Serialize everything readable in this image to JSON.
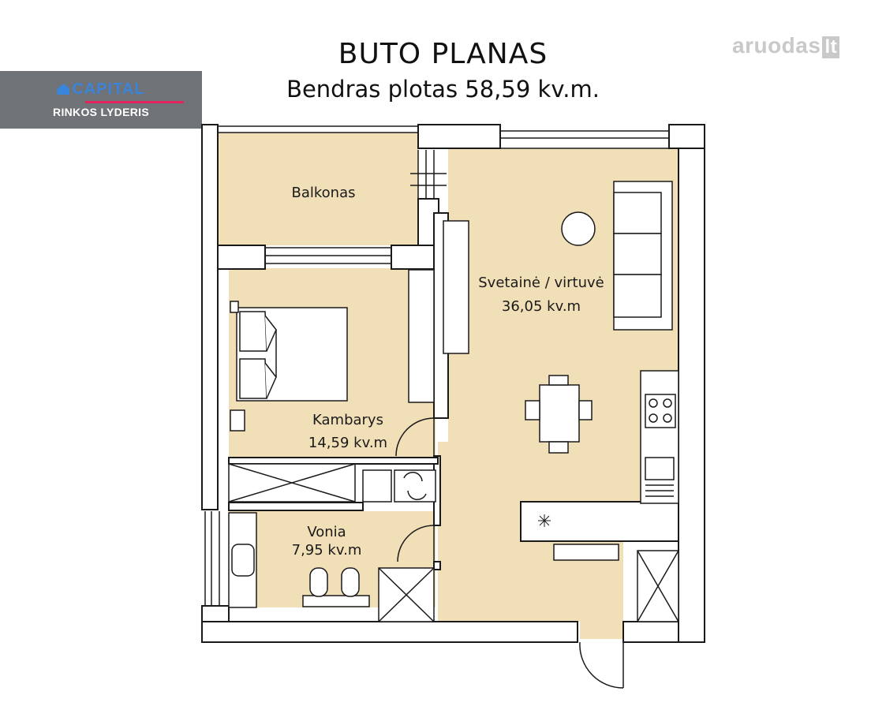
{
  "header": {
    "title": "BUTO PLANAS",
    "subtitle": "Bendras plotas 58,59 kv.m."
  },
  "agency": {
    "brand": "CAPITAL",
    "tagline": "RINKOS LYDERIS",
    "icon": "house-icon"
  },
  "watermark": {
    "text": "aruodas",
    "suffix": "lt",
    "icon": "chimney-house-icon"
  },
  "rooms": {
    "balcony": {
      "name": "Balkonas"
    },
    "living": {
      "name": "Svetainė / virtuvė",
      "area": "36,05 kv.m"
    },
    "bedroom": {
      "name": "Kambarys",
      "area": "14,59 kv.m"
    },
    "bath": {
      "name": "Vonia",
      "area": "7,95 kv.m"
    }
  },
  "colors": {
    "floor": "#f1dfb8",
    "wall": "#ffffff",
    "outline": "#1a1a1a",
    "agency_bg": "#6f7276",
    "agency_brand": "#3a84d9",
    "agency_accent": "#e0245e",
    "watermark": "#c9c9c9"
  }
}
